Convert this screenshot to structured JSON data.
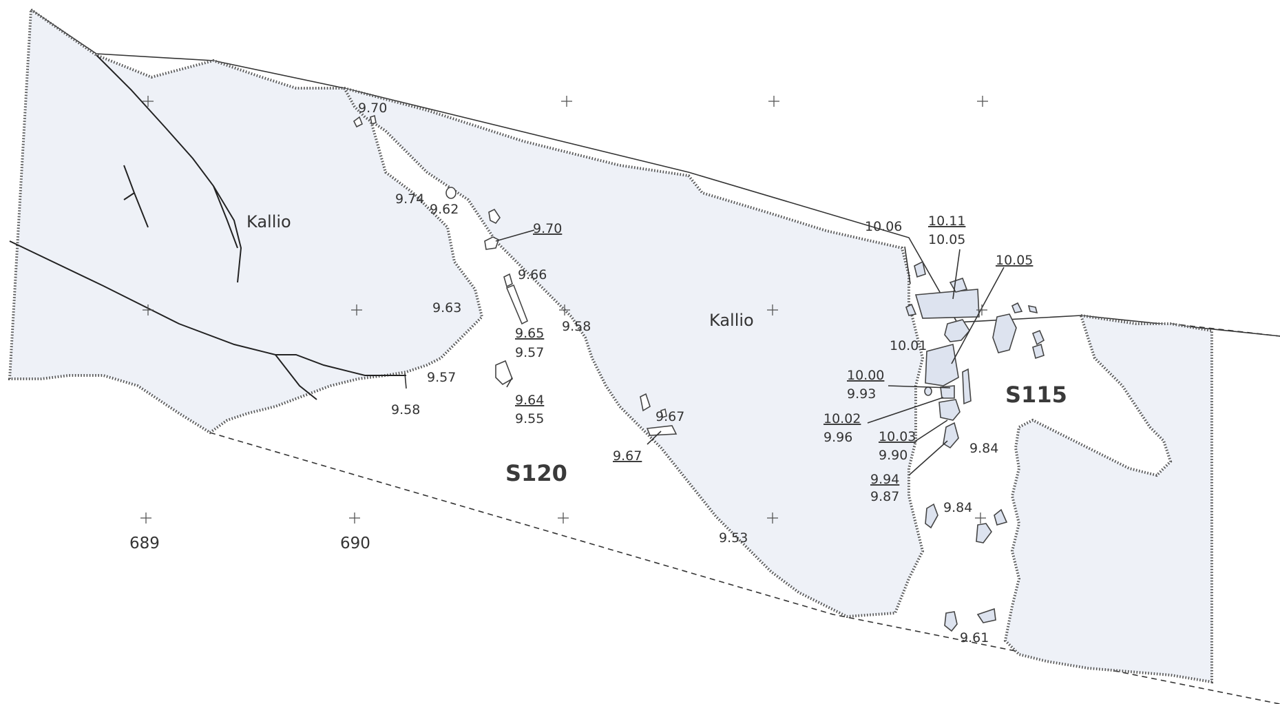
{
  "regions": [
    {
      "label": "Kallio"
    },
    {
      "label": "Kallio"
    }
  ],
  "sections": [
    {
      "label": "S120"
    },
    {
      "label": "S115"
    }
  ],
  "coordinates": [
    {
      "label": "689"
    },
    {
      "label": "690"
    }
  ],
  "elevations": [
    {
      "value": "9.70",
      "underlined": false
    },
    {
      "value": "9.74",
      "underlined": false
    },
    {
      "value": "9.62",
      "underlined": false
    },
    {
      "value": "9.70",
      "underlined": true
    },
    {
      "value": "9.66",
      "underlined": false
    },
    {
      "value": "9.63",
      "underlined": false
    },
    {
      "value": "9.58",
      "underlined": false
    },
    {
      "value": "9.65",
      "underlined": true
    },
    {
      "value": "9.57",
      "underlined": false
    },
    {
      "value": "9.57",
      "underlined": false
    },
    {
      "value": "9.64",
      "underlined": true
    },
    {
      "value": "9.55",
      "underlined": false
    },
    {
      "value": "9.58",
      "underlined": false
    },
    {
      "value": "9.67",
      "underlined": false
    },
    {
      "value": "9.67",
      "underlined": true
    },
    {
      "value": "9.53",
      "underlined": false
    },
    {
      "value": "10.06",
      "underlined": false
    },
    {
      "value": "10.11",
      "underlined": true
    },
    {
      "value": "10.05",
      "underlined": false
    },
    {
      "value": "10.05",
      "underlined": true
    },
    {
      "value": "10.01",
      "underlined": false
    },
    {
      "value": "10.00",
      "underlined": true
    },
    {
      "value": "9.93",
      "underlined": false
    },
    {
      "value": "10.02",
      "underlined": true
    },
    {
      "value": "9.96",
      "underlined": false
    },
    {
      "value": "10.03",
      "underlined": true
    },
    {
      "value": "9.90",
      "underlined": false
    },
    {
      "value": "9.84",
      "underlined": false
    },
    {
      "value": "9.94",
      "underlined": true
    },
    {
      "value": "9.87",
      "underlined": false
    },
    {
      "value": "9.84",
      "underlined": false
    },
    {
      "value": "9.61",
      "underlined": false
    }
  ]
}
